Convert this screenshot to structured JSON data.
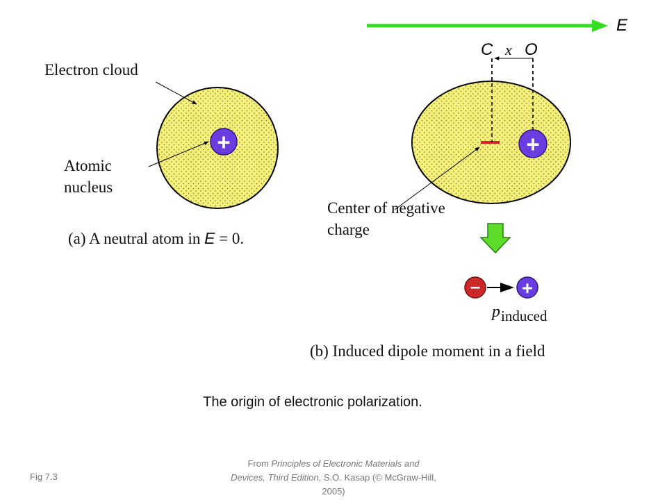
{
  "field": {
    "symbol": "E"
  },
  "part_a": {
    "electron_cloud_label": "Electron cloud",
    "nucleus_label_line1": "Atomic",
    "nucleus_label_line2": "nucleus",
    "nucleus_sign": "+",
    "caption_prefix": "(a) A neutral atom in ",
    "caption_symbol": "E",
    "caption_suffix": " = 0."
  },
  "part_b": {
    "label_c": "C",
    "label_x": "x",
    "label_o": "O",
    "nucleus_sign": "+",
    "negative_center_label_line1": "Center of negative",
    "negative_center_label_line2": "charge",
    "dipole_negative_sign": "–",
    "dipole_positive_sign": "+",
    "moment_symbol": "p",
    "moment_subscript": "induced",
    "caption": "(b) Induced dipole moment in a field"
  },
  "colors": {
    "cloud_fill": "#f5f07a",
    "nucleus_fill": "#6a3de0",
    "field_arrow": "#33dd22",
    "negative_mark": "#dd2222",
    "negative_charge_fill": "#d42a2a"
  },
  "slide": {
    "caption": "The origin of electronic polarization.",
    "figure_label": "Fig 7.3",
    "source_prefix": "From ",
    "source_title": "Principles of Electronic Materials and Devices, Third Edition",
    "source_suffix": ", S.O. Kasap (© McGraw-Hill, 2005)"
  }
}
